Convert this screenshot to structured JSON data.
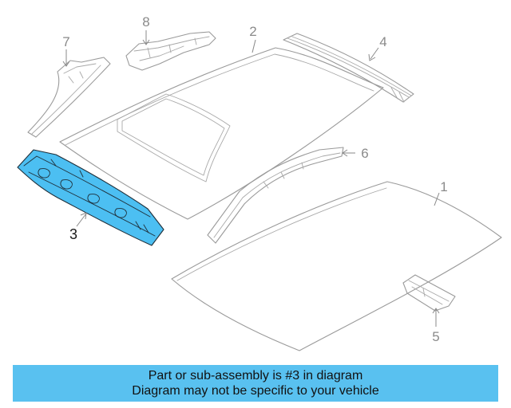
{
  "diagram": {
    "part_numbers": {
      "p1": "1",
      "p2": "2",
      "p3": "3",
      "p4": "4",
      "p5": "5",
      "p6": "6",
      "p7": "7",
      "p8": "8"
    },
    "highlighted_part": "3",
    "colors": {
      "highlight_fill": "#4cbff2",
      "banner_background": "#59c1f0",
      "line_art": "#9a9a9a"
    }
  },
  "banner": {
    "line1": "Part or sub-assembly is #3 in diagram",
    "line2": "Diagram may not be specific to your vehicle"
  }
}
